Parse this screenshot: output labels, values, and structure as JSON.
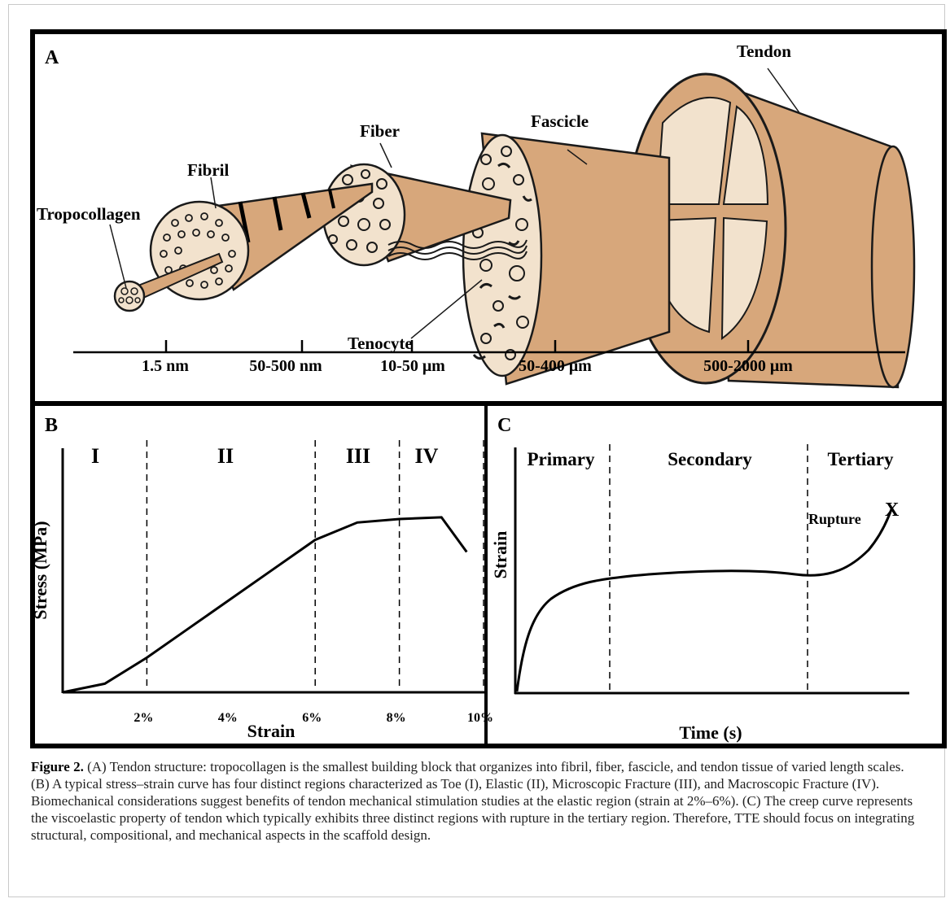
{
  "figure": {
    "panelA": {
      "letter": "A",
      "labels": {
        "tendon": "Tendon",
        "fascicle": "Fascicle",
        "fiber": "Fiber",
        "fibril": "Fibril",
        "tropocollagen": "Tropocollagen",
        "tenocyte": "Tenocyte"
      },
      "scale": [
        "1.5 nm",
        "50-500 nm",
        "10-50 μm",
        "50-400 μm",
        "500-2000 μm"
      ],
      "colors": {
        "tissue": "#d7a77b",
        "cross_section": "#f2e2cd",
        "outline": "#1a1a1a"
      }
    },
    "panelB": {
      "letter": "B",
      "regions": [
        "I",
        "II",
        "III",
        "IV"
      ],
      "xlabel": "Strain",
      "ylabel": "Stress (MPa)",
      "ticks": [
        "2%",
        "4%",
        "6%",
        "8%",
        "10%"
      ]
    },
    "panelC": {
      "letter": "C",
      "regions": [
        "Primary",
        "Secondary",
        "Tertiary"
      ],
      "xlabel": "Time (s)",
      "ylabel": "Strain",
      "annotation": "Rupture",
      "marker": "X"
    }
  },
  "chart_data": [
    {
      "type": "line",
      "panel": "B",
      "xlabel": "Strain",
      "ylabel": "Stress (MPa)",
      "x_ticks": [
        "2%",
        "4%",
        "6%",
        "8%",
        "10%"
      ],
      "region_boundaries": [
        2,
        6,
        8,
        10
      ],
      "region_labels": [
        "I",
        "II",
        "III",
        "IV"
      ],
      "x": [
        0,
        1,
        2,
        3,
        4,
        5,
        6,
        7,
        8,
        9,
        9.6
      ],
      "y": [
        0,
        0.05,
        0.2,
        0.37,
        0.54,
        0.71,
        0.88,
        0.98,
        1.0,
        1.01,
        0.81
      ]
    },
    {
      "type": "line",
      "panel": "C",
      "xlabel": "Time (s)",
      "ylabel": "Strain",
      "region_labels": [
        "Primary",
        "Secondary",
        "Tertiary"
      ],
      "annotation": "Rupture"
    }
  ],
  "caption": {
    "label": "Figure 2.",
    "text": " (A) Tendon structure: tropocollagen is the smallest building block that organizes into fibril, fiber, fascicle, and tendon tissue of varied length scales. (B) A typical stress–strain curve has four distinct regions characterized as Toe (I), Elastic (II), Microscopic Fracture (III), and Macroscopic Fracture (IV). Biomechanical considerations suggest benefits of tendon mechanical stimulation studies at the elastic region (strain at 2%–6%). (C) The creep curve represents the viscoelastic property of tendon which typically exhibits three distinct regions with rupture in the tertiary region. Therefore, TTE should focus on integrating structural, compositional, and mechanical aspects in the scaffold design."
  }
}
